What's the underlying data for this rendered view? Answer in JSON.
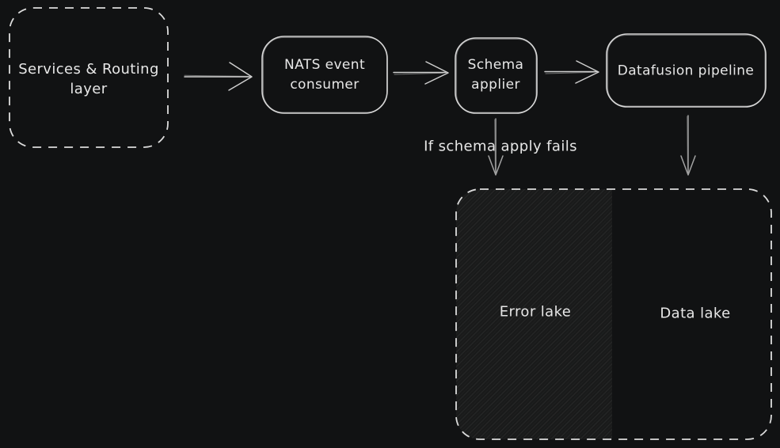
{
  "canvas": {
    "background_color": "#111213",
    "stroke_color": "#d8d8d8",
    "text_color": "#e7e7e7",
    "style": "hand-drawn whiteboard diagram, dark mode"
  },
  "nodes": {
    "services": {
      "line1": "Services & Routing",
      "line2": "layer",
      "border": "dashed"
    },
    "nats": {
      "line1": "NATS event",
      "line2": "consumer",
      "border": "solid"
    },
    "schema": {
      "line1": "Schema",
      "line2": "applier",
      "border": "solid"
    },
    "datafusion": {
      "label": "Datafusion pipeline",
      "border": "solid"
    },
    "lakes_container": {
      "border": "dashed"
    },
    "error_lake": {
      "label": "Error lake",
      "fill": "hatched"
    },
    "data_lake": {
      "label": "Data lake",
      "fill": "none"
    }
  },
  "annotations": {
    "fail_condition": "If schema apply fails"
  },
  "edges": [
    {
      "from": "services",
      "to": "nats"
    },
    {
      "from": "nats",
      "to": "schema"
    },
    {
      "from": "schema",
      "to": "datafusion"
    },
    {
      "from": "schema",
      "to": "error_lake",
      "label": "If schema apply fails"
    },
    {
      "from": "datafusion",
      "to": "data_lake"
    }
  ]
}
